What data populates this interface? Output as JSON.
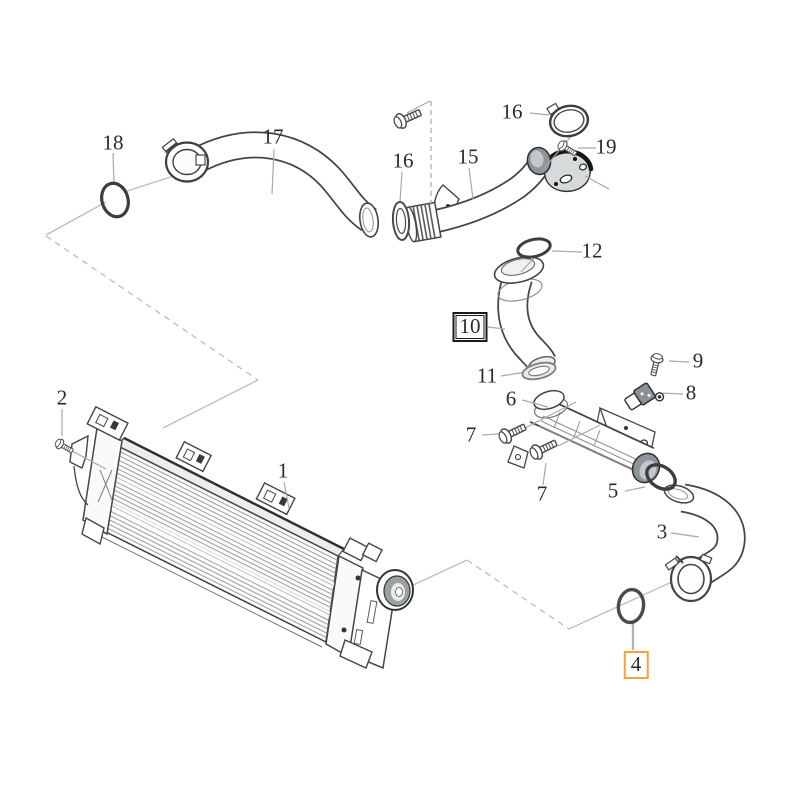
{
  "figure": {
    "kind": "exploded-parts-diagram",
    "subject": "charge-air-cooler-with-hoses-and-pipes",
    "background_color": "#ffffff",
    "line_color": "#3d3d3d",
    "leader_color": "#a8a8a8",
    "selected_box_color": "#1b1b1b",
    "highlight_box_color": "#f2a33c",
    "part_numbers_visible": [
      "1",
      "2",
      "3",
      "4",
      "5",
      "6",
      "7",
      "8",
      "9",
      "10",
      "11",
      "12",
      "15",
      "16",
      "17",
      "18",
      "19"
    ],
    "callouts": {
      "c1": {
        "label": "1"
      },
      "c2": {
        "label": "2"
      },
      "c3": {
        "label": "3"
      },
      "c4": {
        "label": "4",
        "box": "orange"
      },
      "c5": {
        "label": "5"
      },
      "c6": {
        "label": "6"
      },
      "c7a": {
        "label": "7"
      },
      "c7b": {
        "label": "7"
      },
      "c8": {
        "label": "8"
      },
      "c9": {
        "label": "9"
      },
      "c10": {
        "label": "10",
        "box": "black"
      },
      "c11": {
        "label": "11"
      },
      "c12": {
        "label": "12"
      },
      "c15": {
        "label": "15"
      },
      "c16a": {
        "label": "16"
      },
      "c16b": {
        "label": "16"
      },
      "c17": {
        "label": "17"
      },
      "c18": {
        "label": "18"
      },
      "c19": {
        "label": "19"
      }
    }
  }
}
